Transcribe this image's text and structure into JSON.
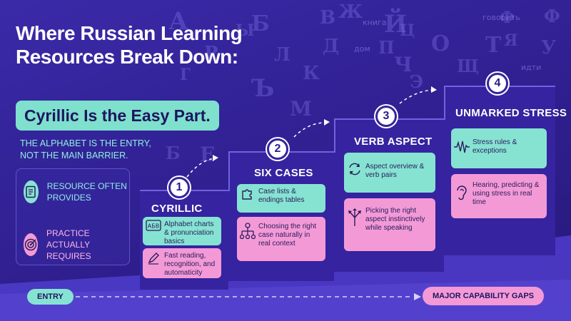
{
  "title": "Where Russian Learning Resources Break Down:",
  "highlight": "Cyrillic Is the Easy Part.",
  "subtitle": "THE ALPHABET IS THE ENTRY, NOT THE MAIN BARRIER.",
  "legend": {
    "provides": "RESOURCE OFTEN PROVIDES",
    "requires": "PRACTICE ACTUALLY REQUIRES"
  },
  "background_letters": [
    "А",
    "Б",
    "В",
    "Ж",
    "Й",
    "Ф",
    "Я",
    "Р",
    "Л",
    "Д",
    "П",
    "О",
    "Т",
    "У",
    "Ъ",
    "К",
    "Ч",
    "Щ",
    "Э",
    "М",
    "Г",
    "Ы",
    "Б",
    "Е",
    "Ц",
    "Ф"
  ],
  "background_words": [
    "книга",
    "говорить",
    "дом",
    "идти"
  ],
  "steps": [
    {
      "number": "1",
      "title": "CYRILLIC",
      "provides": "Alphabet charts & pronunciation basics",
      "requires": "Fast reading, recognition, and automaticity"
    },
    {
      "number": "2",
      "title": "SIX CASES",
      "provides": "Case lists & endings tables",
      "requires": "Choosing the right case naturally in real context"
    },
    {
      "number": "3",
      "title": "VERB ASPECT",
      "provides": "Aspect overview & verb pairs",
      "requires": "Picking the right aspect instinctively while speaking"
    },
    {
      "number": "4",
      "title": "UNMARKED STRESS",
      "provides": "Stress rules & exceptions",
      "requires": "Hearing, predicting & using stress in real time"
    }
  ],
  "bottom": {
    "entry": "ENTRY",
    "gaps": "MAJOR CAPABILITY GAPS"
  },
  "colors": {
    "background": "#2f1f8f",
    "teal": "#86e3d2",
    "pink": "#f39ad6",
    "step": "#3523a0"
  },
  "icons": {
    "provides": "list-check-icon",
    "requires": "target-icon",
    "step1_provides": "abc-chart-icon",
    "step1_requires": "pencil-icon",
    "step2_provides": "puzzle-icon",
    "step2_requires": "decision-tree-icon",
    "step3_provides": "cycle-arrows-icon",
    "step3_requires": "branch-arrows-icon",
    "step4_provides": "waveform-icon",
    "step4_requires": "ear-icon"
  }
}
